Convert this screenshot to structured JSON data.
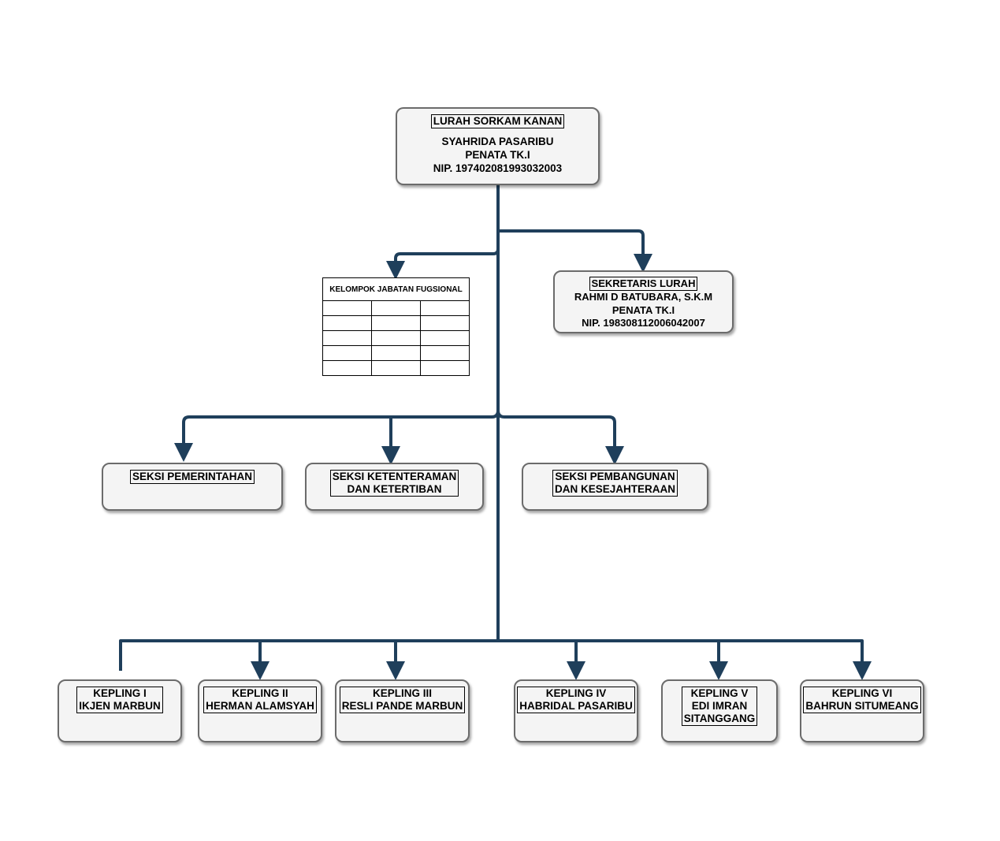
{
  "colors": {
    "connector": "#1f3f5b",
    "node_fill": "#f4f4f4",
    "node_border": "#6b6b6b"
  },
  "lurah": {
    "title": "LURAH SORKAM KANAN",
    "name": "SYAHRIDA PASARIBU",
    "rank": "PENATA TK.I",
    "nip": "NIP. 197402081993032003"
  },
  "sekretaris": {
    "title": "SEKRETARIS LURAH",
    "name": "RAHMI D BATUBARA, S.K.M",
    "rank": "PENATA TK.I",
    "nip": "NIP. 198308112006042007"
  },
  "fungsional": {
    "title": "KELOMPOK JABATAN FUGSIONAL"
  },
  "seksi": [
    {
      "line1": "SEKSI PEMERINTAHAN",
      "line2": ""
    },
    {
      "line1": "SEKSI KETENTERAMAN",
      "line2": "DAN KETERTIBAN"
    },
    {
      "line1": "SEKSI PEMBANGUNAN",
      "line2": "DAN KESEJAHTERAAN"
    }
  ],
  "kepling": [
    {
      "title": "KEPLING I",
      "name": "IKJEN MARBUN",
      "name2": ""
    },
    {
      "title": "KEPLING II",
      "name": "HERMAN ALAMSYAH",
      "name2": ""
    },
    {
      "title": "KEPLING III",
      "name": "RESLI PANDE MARBUN",
      "name2": ""
    },
    {
      "title": "KEPLING IV",
      "name": "HABRIDAL PASARIBU",
      "name2": ""
    },
    {
      "title": "KEPLING V",
      "name": "EDI IMRAN",
      "name2": "SITANGGANG"
    },
    {
      "title": "KEPLING VI",
      "name": "BAHRUN SITUMEANG",
      "name2": ""
    }
  ]
}
